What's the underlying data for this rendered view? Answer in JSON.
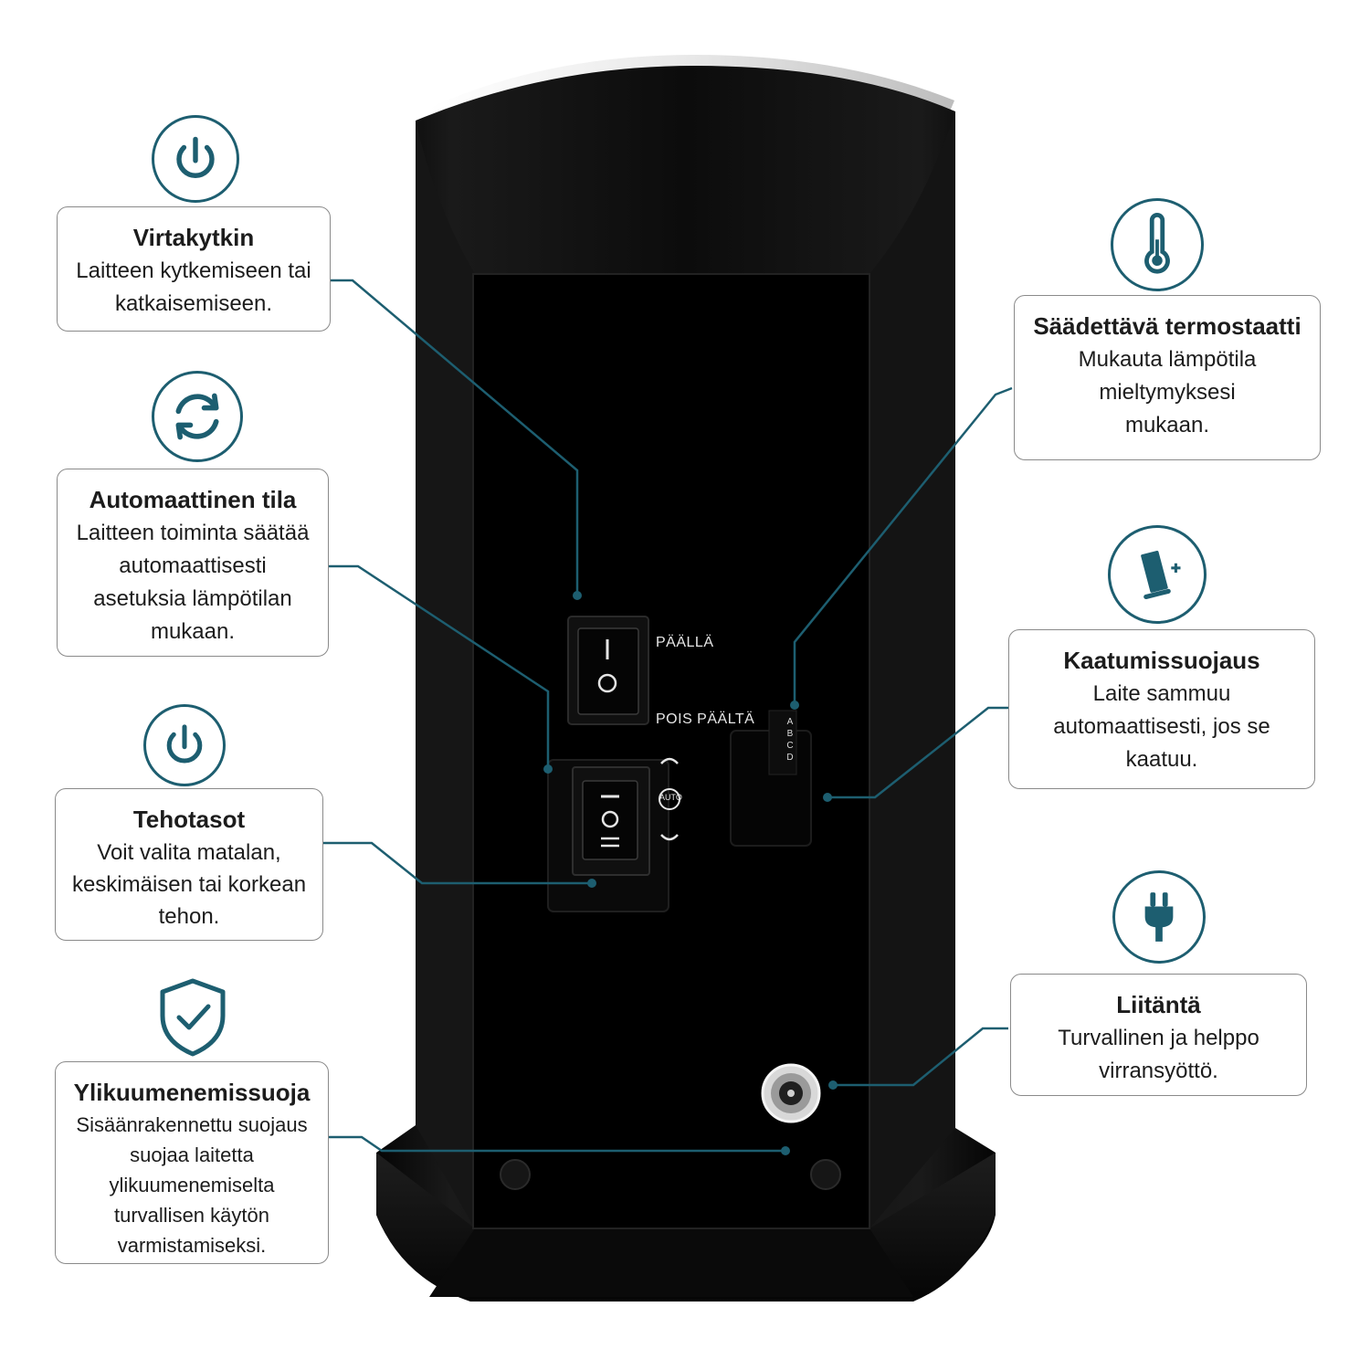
{
  "device": {
    "on_label": "PÄÄLLÄ",
    "off_label": "POIS PÄÄLTÄ",
    "auto_label": "AUTO",
    "thermo_marks": [
      "A",
      "B",
      "C",
      "D"
    ]
  },
  "callouts": {
    "power_switch": {
      "title": "Virtakytkin",
      "description": "Laitteen kytkemiseen tai katkaisemiseen.",
      "icon": "power-icon"
    },
    "auto_mode": {
      "title": "Automaattinen tila",
      "description": "Laitteen toiminta säätää automaattisesti asetuksia lämpötilan mukaan.",
      "icon": "refresh-icon"
    },
    "power_levels": {
      "title": "Tehotasot",
      "description": "Voit valita matalan, keskimäisen tai korkean tehon.",
      "icon": "power-icon"
    },
    "overheat": {
      "title": "Ylikuumenemissuoja",
      "description": "Sisäänrakennettu suojaus suojaa laitetta ylikuumenemiselta turvallisen käytön varmistamiseksi.",
      "icon": "shield-check-icon"
    },
    "thermostat": {
      "title": "Säädettävä termostaatti",
      "description": "Mukauta lämpötila mieltymyksesi mukaan.",
      "icon": "thermometer-icon"
    },
    "tip_over": {
      "title": "Kaatumissuojaus",
      "description": "Laite sammuu automaattisesti, jos se kaatuu.",
      "icon": "tip-over-icon"
    },
    "connection": {
      "title": "Liitäntä",
      "description": "Turvallinen ja helppo virransyöttö.",
      "icon": "plug-icon"
    }
  },
  "colors": {
    "accent": "#1d5e70",
    "device": "#0b0b0b",
    "border": "#8a8a8a"
  }
}
